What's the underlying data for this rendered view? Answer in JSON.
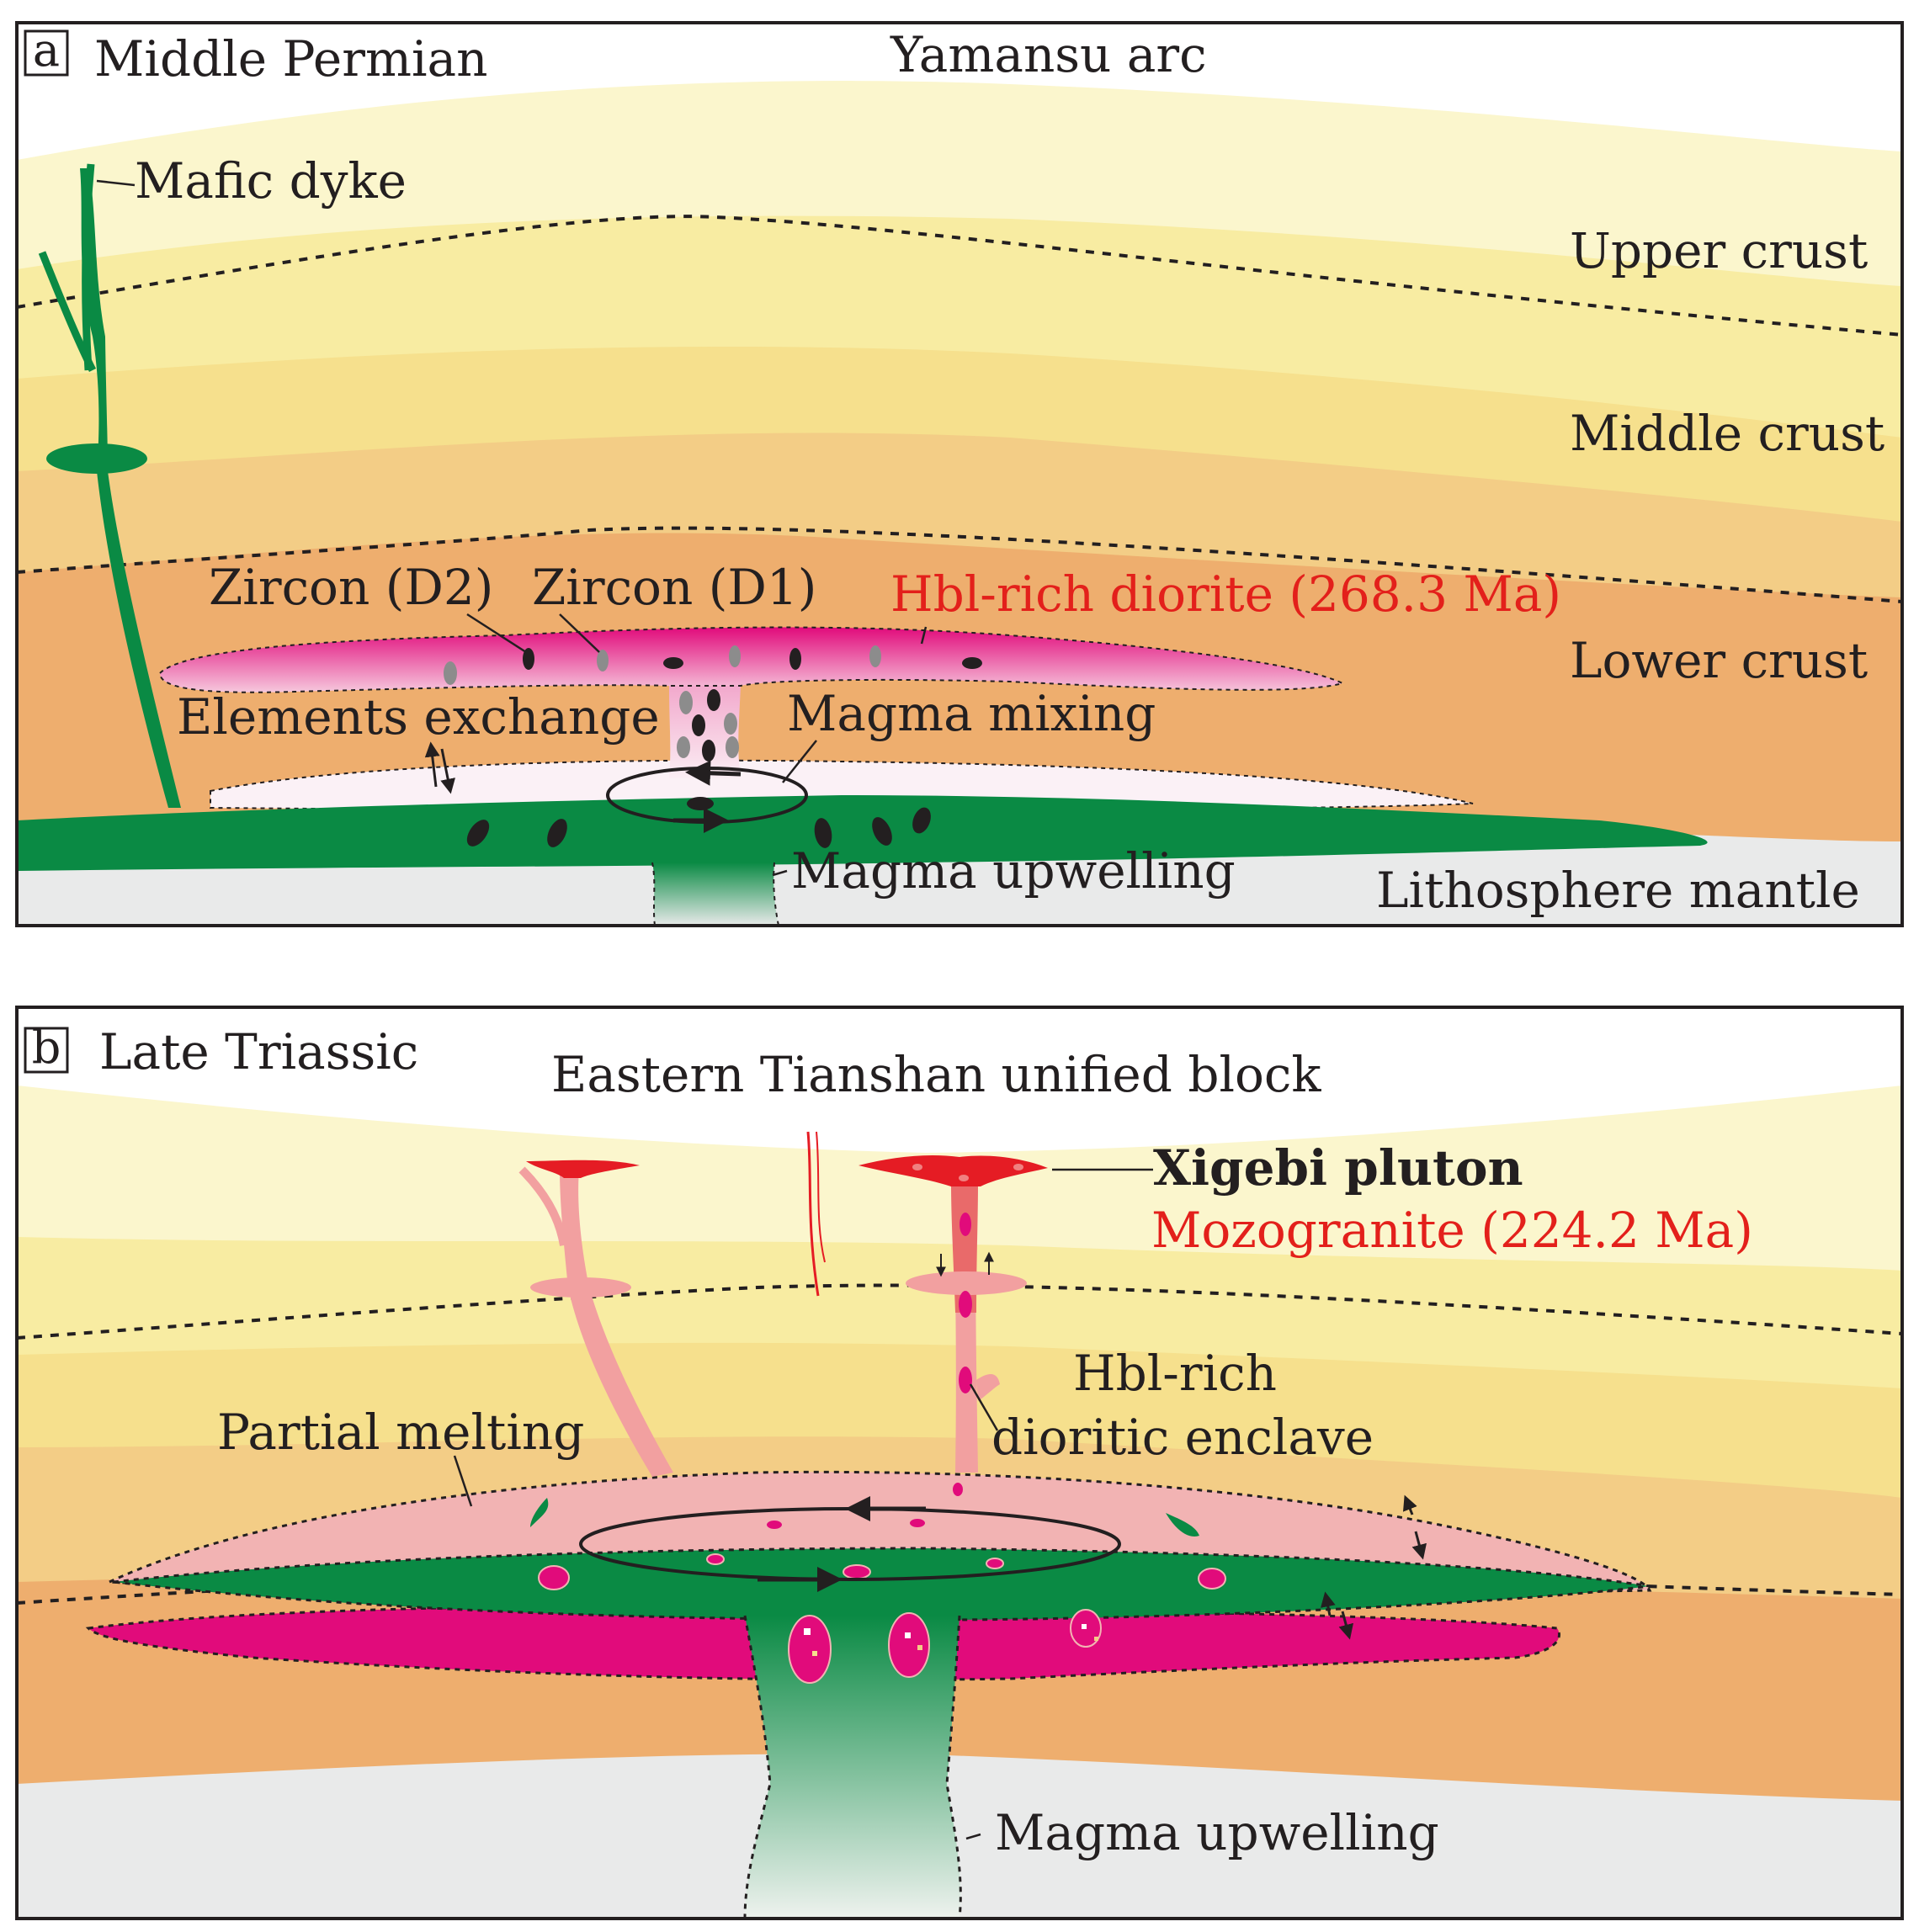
{
  "panel_a": {
    "letter": "a",
    "period": "Middle Permian",
    "setting": "Yamansu arc",
    "labels": {
      "mafic_dyke": "Mafic dyke",
      "upper_crust": "Upper crust",
      "middle_crust": "Middle crust",
      "lower_crust": "Lower crust",
      "zircon_d2": "Zircon (D2)",
      "zircon_d1": "Zircon (D1)",
      "diorite": "Hbl-rich diorite (268.3 Ma)",
      "elements_exchange": "Elements exchange",
      "magma_mixing": "Magma mixing",
      "magma_upwelling": "Magma upwelling",
      "lithosphere_mantle": "Lithosphere mantle"
    }
  },
  "panel_b": {
    "letter": "b",
    "period": "Late Triassic",
    "setting": "Eastern Tianshan unified block",
    "labels": {
      "pluton": "Xigebi pluton",
      "mozogranite": "Mozogranite (224.2 Ma)",
      "enclave_line1": "Hbl-rich",
      "enclave_line2": "dioritic enclave",
      "partial_melting": "Partial melting",
      "magma_upwelling": "Magma upwelling"
    }
  },
  "colors": {
    "pale_yellow": "#fbf6cd",
    "light_yellow": "#f8eca2",
    "yellow": "#f6e08d",
    "light_orange": "#f3cd86",
    "orange": "#eeae6e",
    "mantle_gray": "#e9eaea",
    "mafic_green": "#0a8a44",
    "magenta": "#e10b7b",
    "pink": "#f2b3b3",
    "red": "#e51c24",
    "label_red": "#e3201b"
  }
}
